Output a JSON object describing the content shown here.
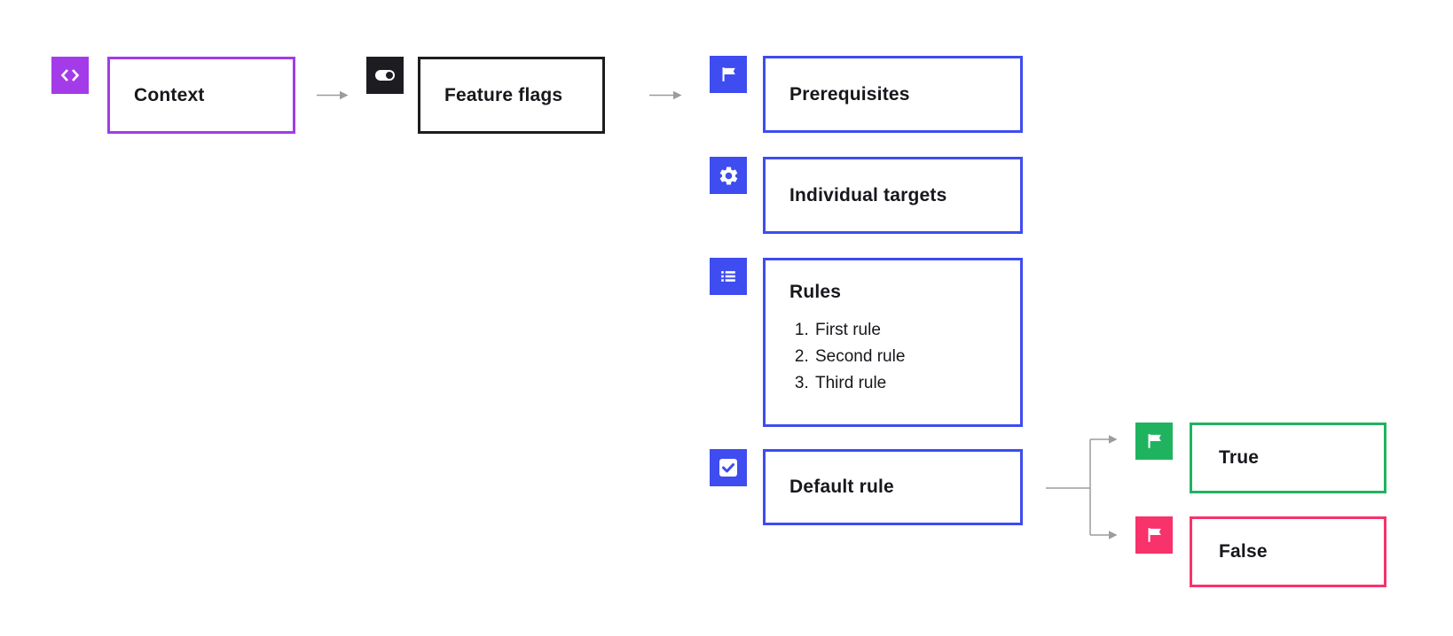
{
  "colors": {
    "purple": "#A33BE8",
    "black": "#1D1D21",
    "blue": "#3E4CF0",
    "green": "#20B35F",
    "pink": "#F8326B",
    "connector_gray": "#9B9BA0",
    "text": "#17171C",
    "background": "#FFFFFF"
  },
  "nodes": {
    "context": {
      "label": "Context",
      "icon": "code-icon",
      "accent": "#A33BE8"
    },
    "feature_flags": {
      "label": "Feature flags",
      "icon": "toggle-icon",
      "accent": "#1D1D21"
    },
    "prerequisites": {
      "label": "Prerequisites",
      "icon": "flag-icon",
      "accent": "#3E4CF0"
    },
    "individual_targets": {
      "label": "Individual targets",
      "icon": "gear-icon",
      "accent": "#3E4CF0"
    },
    "rules": {
      "label": "Rules",
      "icon": "list-icon",
      "accent": "#3E4CF0",
      "items": [
        "First rule",
        "Second rule",
        "Third rule"
      ]
    },
    "default_rule": {
      "label": "Default rule",
      "icon": "checkbox-icon",
      "accent": "#3E4CF0"
    },
    "true_variation": {
      "label": "True",
      "icon": "flag-icon",
      "accent": "#20B35F"
    },
    "false_variation": {
      "label": "False",
      "icon": "flag-icon",
      "accent": "#F8326B"
    }
  }
}
